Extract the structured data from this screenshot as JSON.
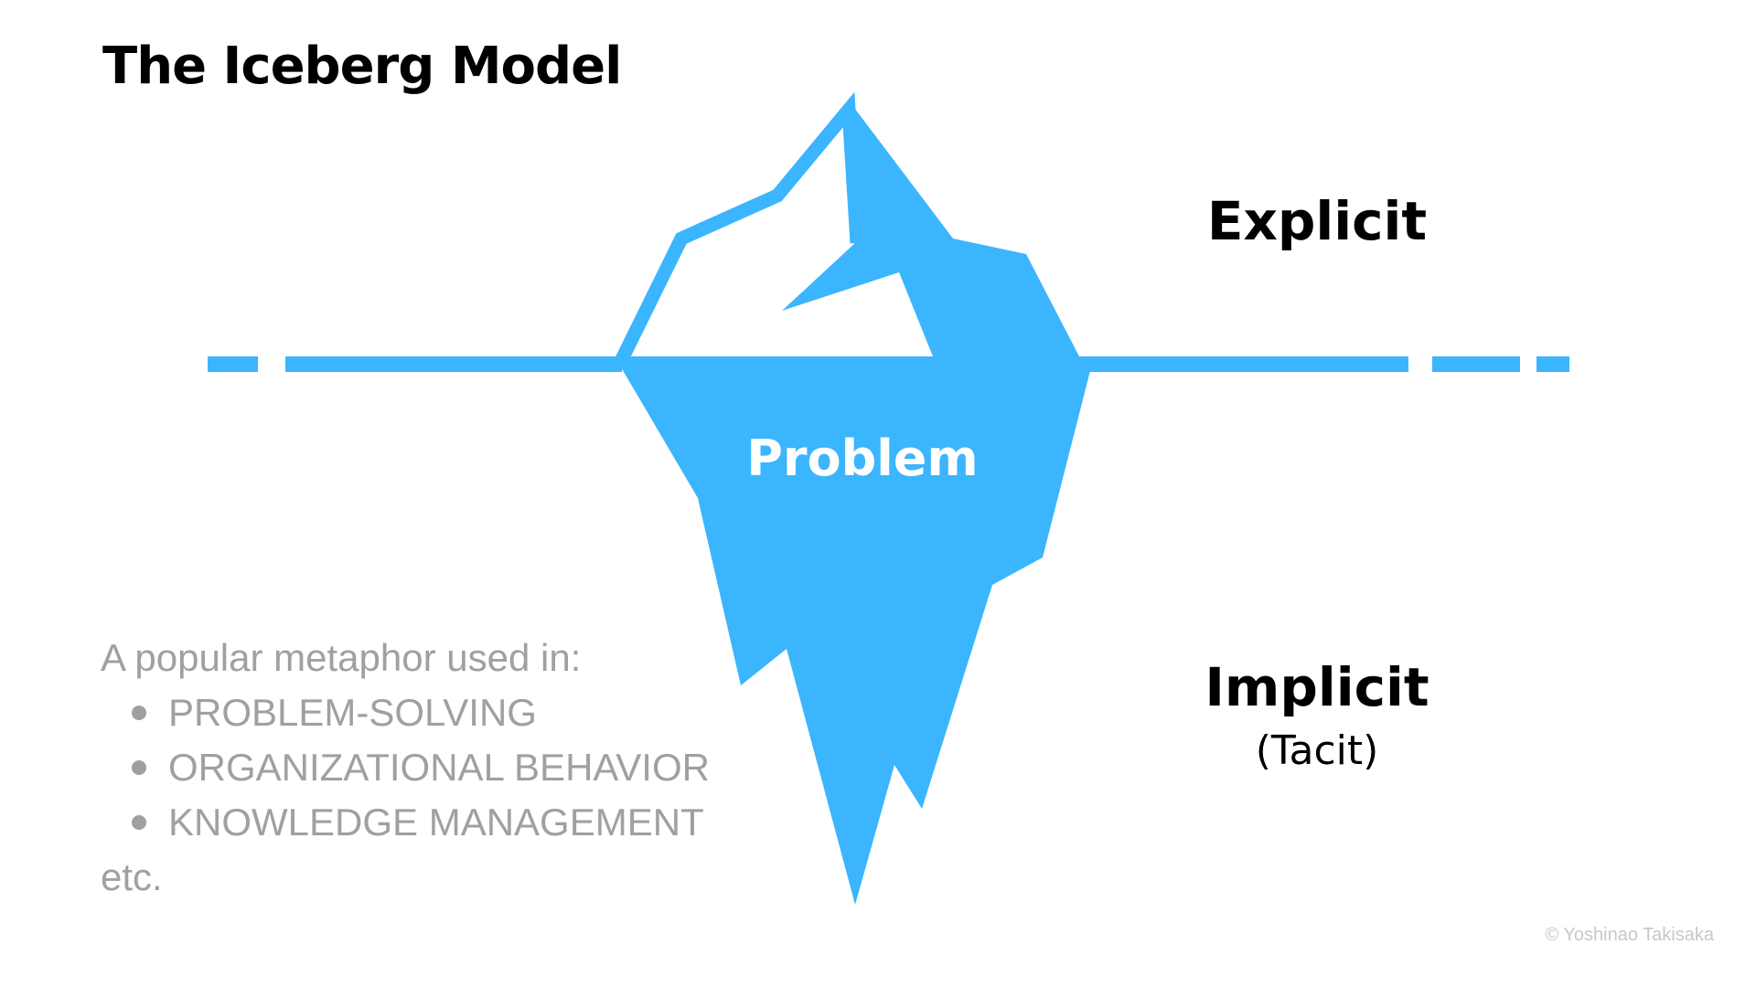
{
  "diagram": {
    "title": "The Iceberg Model",
    "center_label": "Problem",
    "above_label": "Explicit",
    "below_label": "Implicit",
    "below_sublabel": "(Tacit)",
    "description": {
      "intro": "A popular metaphor used in:",
      "items": [
        "PROBLEM-SOLVING",
        "ORGANIZATIONAL BEHAVIOR",
        "KNOWLEDGE MANAGEMENT"
      ],
      "outro": "etc."
    },
    "copyright": "© Yoshinao Takisaka"
  },
  "colors": {
    "iceberg": "#3bb5fd",
    "text": "#000000",
    "muted_text": "#a0a0a0",
    "copyright_text": "#c8c8c8",
    "background": "#ffffff"
  },
  "icons": {
    "iceberg": "iceberg-icon",
    "bullet": "bullet-icon"
  }
}
